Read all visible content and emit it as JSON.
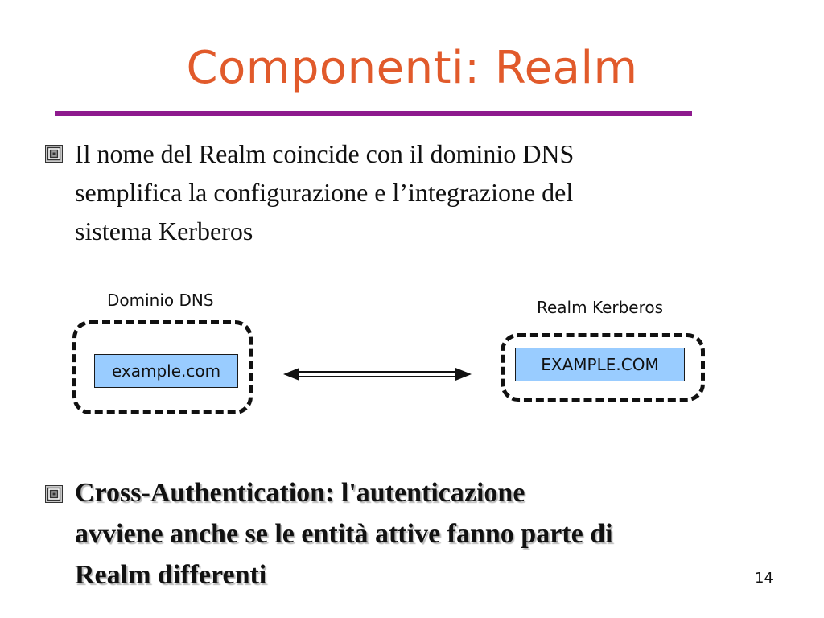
{
  "slide": {
    "title": "Componenti: Realm",
    "bullet1": {
      "lines": [
        "Il nome del Realm coincide con il dominio DNS",
        "semplifica la configurazione e l’integrazione del",
        "sistema Kerberos"
      ]
    },
    "diagram": {
      "dns_label": "Dominio DNS",
      "dns_name": "example.com",
      "realm_label": "Realm Kerberos",
      "realm_name": "EXAMPLE.COM"
    },
    "bullet2": {
      "lines": [
        "Cross-Authentication: l'autenticazione",
        "avviene anche se le entità attive fanno parte di",
        "Realm differenti"
      ]
    },
    "page_number": "14",
    "colors": {
      "title": "#e15a2b",
      "rule": "#8e1a8e",
      "box_fill": "#99ccff"
    },
    "icons": [
      "square-spiral-bullet-icon",
      "double-arrow-icon"
    ]
  }
}
